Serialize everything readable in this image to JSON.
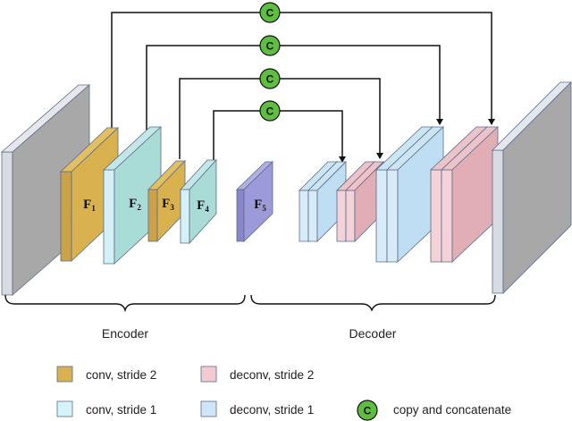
{
  "encoder_blocks": [
    {
      "id": "F",
      "sub": "1"
    },
    {
      "id": "F",
      "sub": "2"
    },
    {
      "id": "F",
      "sub": "3"
    },
    {
      "id": "F",
      "sub": "4"
    },
    {
      "id": "F",
      "sub": "5"
    }
  ],
  "concat_symbol": "C",
  "sections": {
    "encoder": "Encoder",
    "decoder": "Decoder"
  },
  "legend": {
    "conv_stride2": "conv, stride 2",
    "conv_stride1": "conv, stride 1",
    "deconv_stride2": "deconv, stride 2",
    "deconv_stride1": "deconv, stride 1",
    "copy_concat": "copy and concatenate"
  },
  "colors": {
    "conv_stride2": "#D9B14E",
    "conv_stride1": "#A9DCD6",
    "deconv_stride2": "#E2AEB6",
    "deconv_stride1": "#BFDDF3",
    "bottleneck": "#9C9AD8",
    "input_face": "#A8A8A8",
    "input_side": "#D8DBE2",
    "concat_circle": "#5DBE3F"
  }
}
